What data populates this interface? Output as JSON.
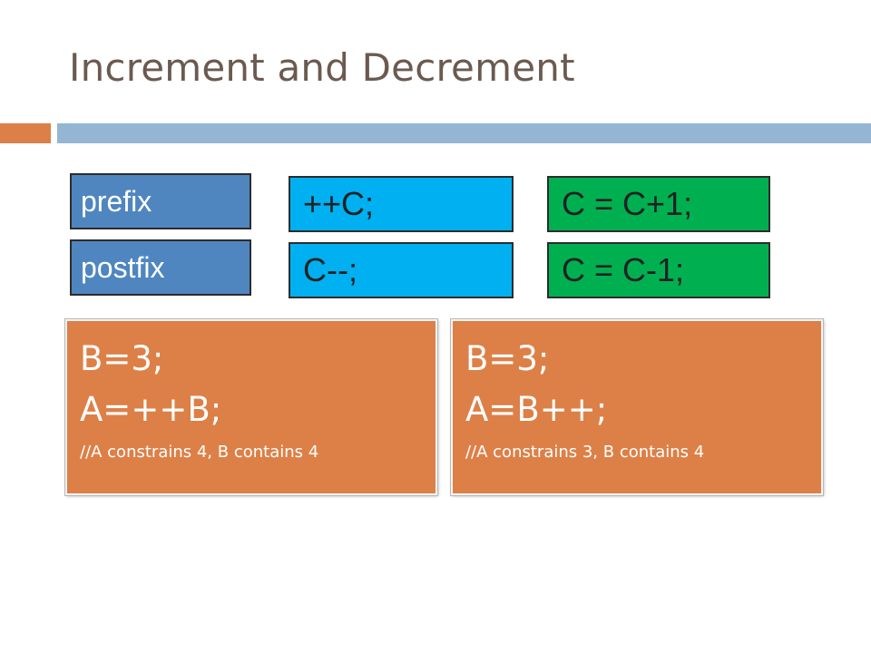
{
  "slide": {
    "title": "Increment and Decrement"
  },
  "colors": {
    "title": "#6b5a4f",
    "accent_orange": "#dd8047",
    "accent_blue": "#94b6d2",
    "label_blue": "#4f86c0",
    "operator_cyan": "#00b0f0",
    "equivalent_green": "#00b050",
    "panel_orange": "#dd8047"
  },
  "rows": [
    {
      "label": "prefix",
      "operator": "++C;",
      "equivalent": "C = C+1;"
    },
    {
      "label": "postfix",
      "operator": "C--;",
      "equivalent": "C = C-1;"
    }
  ],
  "examples": [
    {
      "line1": "B=3;",
      "line2": "A=++B;",
      "comment": "//A constrains 4, B contains 4"
    },
    {
      "line1": "B=3;",
      "line2": "A=B++;",
      "comment": "//A constrains 3, B contains 4"
    }
  ]
}
